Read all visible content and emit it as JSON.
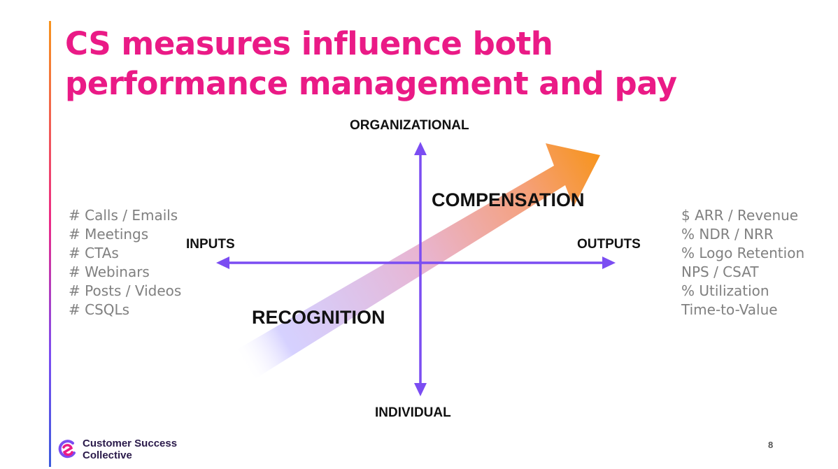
{
  "title": {
    "line1": "CS measures influence both",
    "line2": "performance management and pay"
  },
  "axes": {
    "top": "ORGANIZATIONAL",
    "bottom": "INDIVIDUAL",
    "left": "INPUTS",
    "right": "OUTPUTS"
  },
  "quadrants": {
    "upper": "COMPENSATION",
    "lower": "RECOGNITION"
  },
  "inputs_list": [
    "# Calls / Emails",
    "# Meetings",
    "# CTAs",
    "# Webinars",
    "# Posts / Videos",
    "# CSQLs"
  ],
  "outputs_list": [
    "$ ARR / Revenue",
    "% NDR / NRR",
    "% Logo Retention",
    "NPS / CSAT",
    "% Utilization",
    "Time-to-Value"
  ],
  "logo": {
    "line1": "Customer Success",
    "line2": "Collective"
  },
  "page_number": "8",
  "colors": {
    "title": "#ea1a86",
    "axis": "#7b4df2",
    "arrow_start": "#b9b2ff",
    "arrow_end": "#f7941d",
    "list_text": "#808080"
  }
}
